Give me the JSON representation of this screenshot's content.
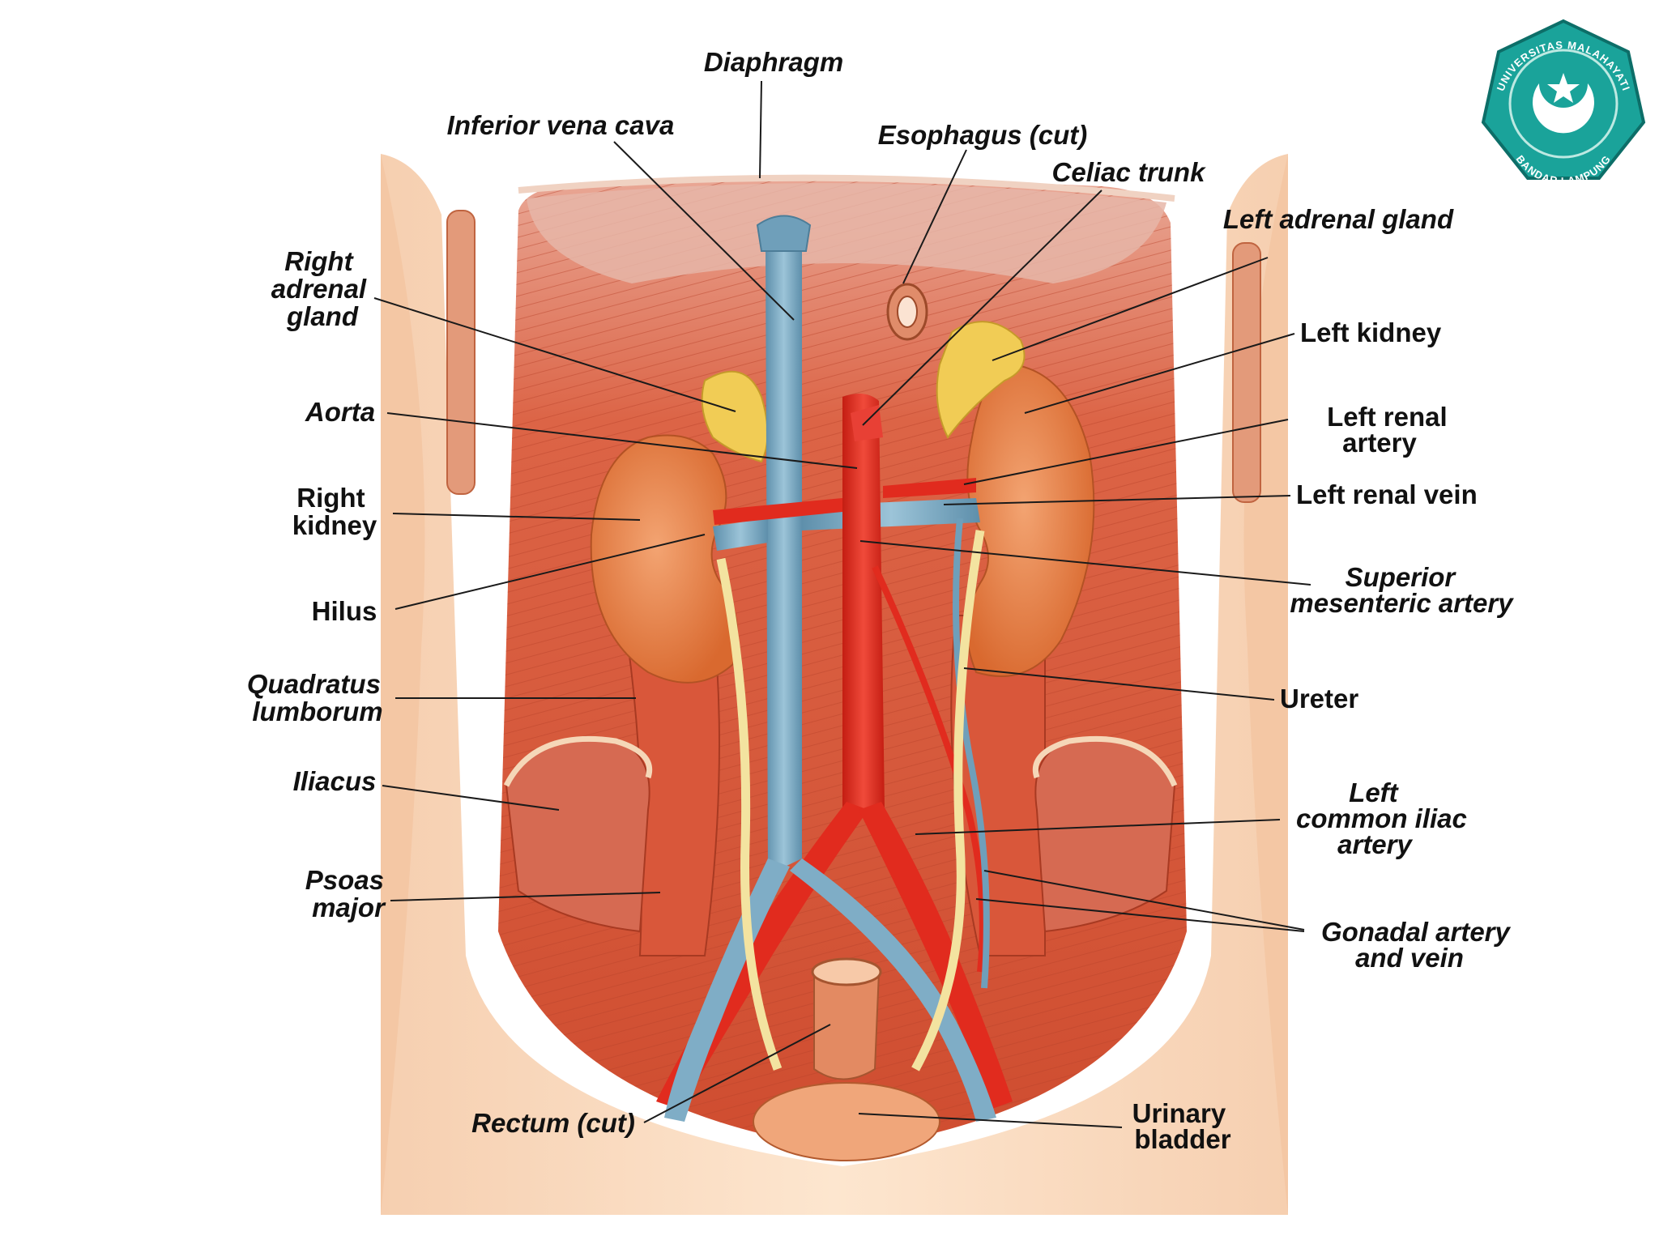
{
  "seal": {
    "top_text": "UNIVERSITAS MALAHAYATI",
    "bottom_text": "BANDAR LAMPUNG",
    "color": "#1aa39a",
    "icon": "crescent-star-seal-icon"
  },
  "labels": {
    "diaphragm": "Diaphragm",
    "inferior_vena_cava": "Inferior vena cava",
    "esophagus": "Esophagus (cut)",
    "celiac_trunk": "Celiac trunk",
    "left_adrenal_gland": "Left adrenal gland",
    "right_adrenal_gland": [
      "Right",
      "adrenal",
      "gland"
    ],
    "left_kidney": "Left kidney",
    "aorta": "Aorta",
    "left_renal_artery": [
      "Left renal",
      "artery"
    ],
    "right_kidney": [
      "Right",
      "kidney"
    ],
    "left_renal_vein": "Left renal vein",
    "hilus": "Hilus",
    "superior_mesenteric_artery": [
      "Superior",
      "mesenteric artery"
    ],
    "quadratus_lumborum": [
      "Quadratus",
      "lumborum"
    ],
    "ureter": "Ureter",
    "iliacus": "Iliacus",
    "left_common_iliac_artery": [
      "Left",
      "common iliac",
      "artery"
    ],
    "psoas_major": [
      "Psoas",
      "major"
    ],
    "gonadal": [
      "Gonadal artery",
      "and vein"
    ],
    "rectum": "Rectum (cut)",
    "urinary_bladder": [
      "Urinary",
      "bladder"
    ]
  },
  "colors": {
    "muscle": "#d9593a",
    "muscle_dark": "#b83b22",
    "skin": "#fbe0c7",
    "kidney": "#e8854c",
    "adrenal": "#f1cc55",
    "artery": "#e12b1e",
    "vein": "#7fadc6",
    "ureter": "#f3e3a0"
  }
}
